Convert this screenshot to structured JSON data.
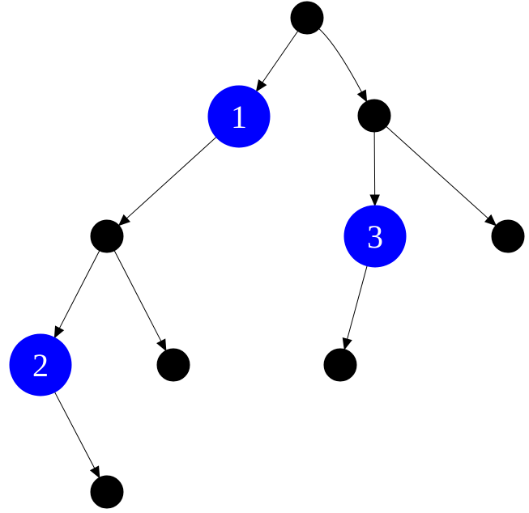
{
  "colors": {
    "background": "#ffffff",
    "edge": "#000000",
    "plain_node": "#000000",
    "labeled_node": "#0000ff",
    "label_text": "#ffffff"
  },
  "nodes": [
    {
      "id": "root",
      "label": "",
      "kind": "plain"
    },
    {
      "id": "n1",
      "label": "1",
      "kind": "labeled"
    },
    {
      "id": "r1",
      "label": "",
      "kind": "plain"
    },
    {
      "id": "l2",
      "label": "",
      "kind": "plain"
    },
    {
      "id": "n2",
      "label": "2",
      "kind": "labeled"
    },
    {
      "id": "l3",
      "label": "",
      "kind": "plain"
    },
    {
      "id": "l5",
      "label": "",
      "kind": "plain"
    },
    {
      "id": "n3",
      "label": "3",
      "kind": "labeled"
    },
    {
      "id": "r2",
      "label": "",
      "kind": "plain"
    },
    {
      "id": "l4",
      "label": "",
      "kind": "plain"
    },
    {
      "id": "l1",
      "label": "",
      "kind": "plain"
    }
  ],
  "edges": [
    {
      "from": "root",
      "to": "n1"
    },
    {
      "from": "root",
      "to": "r1"
    },
    {
      "from": "n1",
      "to": "l2"
    },
    {
      "from": "l2",
      "to": "n2"
    },
    {
      "from": "l2",
      "to": "l3"
    },
    {
      "from": "n2",
      "to": "l5"
    },
    {
      "from": "r1",
      "to": "n3"
    },
    {
      "from": "r1",
      "to": "r2"
    },
    {
      "from": "n3",
      "to": "l4"
    },
    {
      "from": "r1",
      "to": "l1"
    }
  ]
}
